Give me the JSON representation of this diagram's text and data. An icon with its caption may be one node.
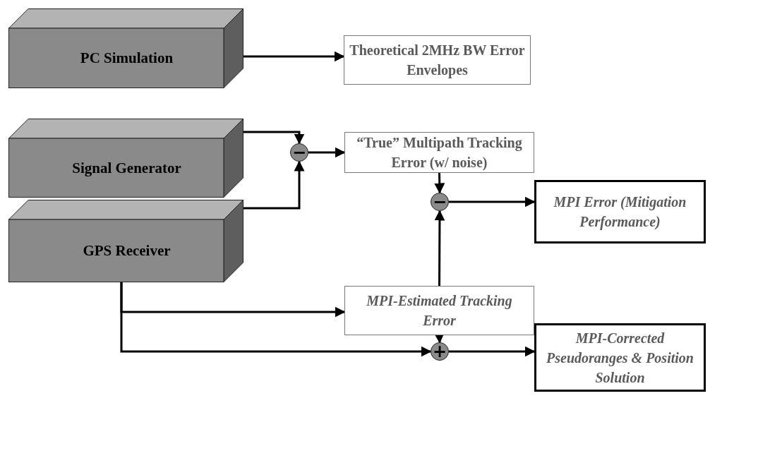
{
  "diagram": {
    "nodes": [
      {
        "text": [
          "PC Simulation"
        ]
      },
      {
        "text": [
          "Theoretical 2MHz BW Error Envelopes"
        ]
      },
      {
        "text": [
          "Signal Generator"
        ]
      },
      {
        "text": [
          "“True” Multipath Tracking Error (w/ noise)"
        ]
      },
      {
        "text": [
          "−"
        ]
      },
      {
        "text": [
          "GPS Receiver"
        ]
      },
      {
        "text": [
          "−"
        ]
      },
      {
        "text": [
          "MPI Error (Mitigation Performance)"
        ]
      },
      {
        "text": [
          "MPI-Estimated Tracking Error"
        ]
      },
      {
        "text": [
          "+"
        ]
      },
      {
        "text": [
          "MPI-Corrected Pseudoranges & Position Solution"
        ]
      }
    ],
    "edges": [
      {
        "from": 0,
        "to": 1,
        "arrow": "to"
      },
      {
        "from": 2,
        "to": 4,
        "arrow": "to"
      },
      {
        "from": 5,
        "to": 4,
        "arrow": "to"
      },
      {
        "from": 4,
        "to": 3,
        "arrow": "to"
      },
      {
        "from": 3,
        "to": 6,
        "arrow": "to"
      },
      {
        "from": 8,
        "to": 6,
        "arrow": "to"
      },
      {
        "from": 6,
        "to": 7,
        "arrow": "to"
      },
      {
        "from": 5,
        "to": 8,
        "arrow": "to"
      },
      {
        "from": 5,
        "to": 9,
        "arrow": "to"
      },
      {
        "from": 8,
        "to": 9,
        "arrow": "to"
      },
      {
        "from": 9,
        "to": 10,
        "arrow": "to"
      }
    ]
  }
}
